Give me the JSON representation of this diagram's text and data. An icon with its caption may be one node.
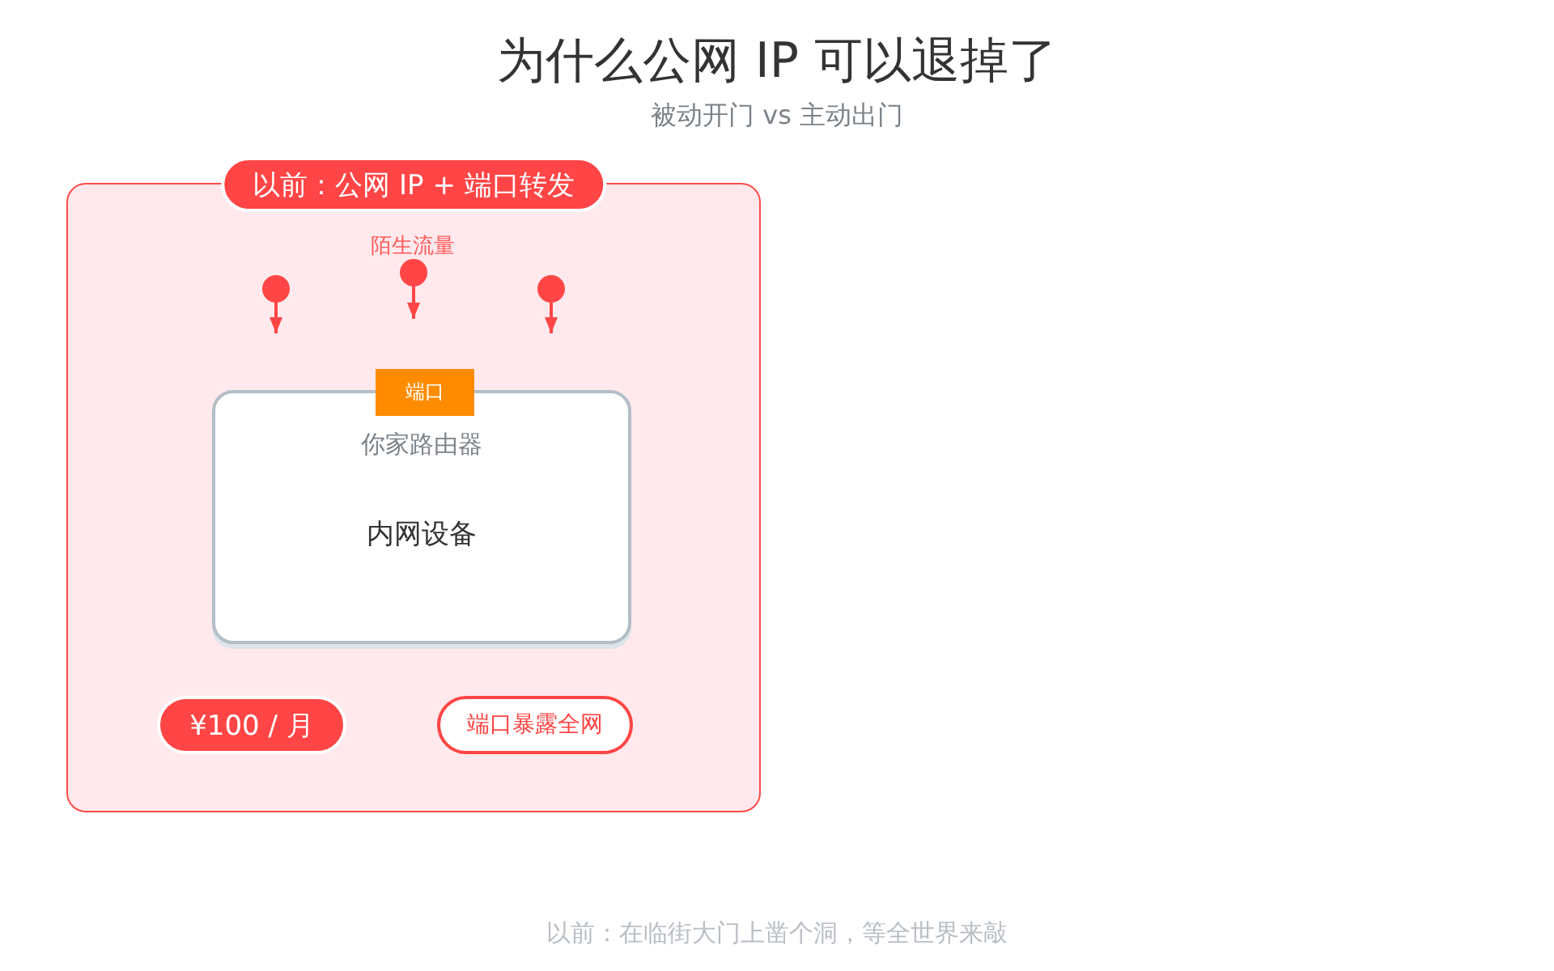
{
  "diagram": {
    "title": "为什么公网 IP 可以退掉了",
    "caption": "以前：在临街大门上凿个洞，等全世界来敲",
    "nodes": [
      {
        "text": [
          "以前：公网 IP + 端口转发"
        ]
      },
      {
        "text": [],
        "shape": "circle",
        "in": 0
      },
      {
        "text": [],
        "shape": "circle",
        "in": 0
      },
      {
        "text": [],
        "shape": "circle",
        "in": 0
      },
      {
        "text": [
          "你家路由器",
          "内网设备"
        ],
        "in": 0
      },
      {
        "text": [
          "端口"
        ],
        "in": 0
      },
      {
        "text": [
          "¥100 / 月"
        ],
        "in": 0
      },
      {
        "text": [
          "端口暴露全网"
        ],
        "in": 0
      }
    ],
    "edges": [
      {
        "from": 1,
        "to": null,
        "arrow": "to"
      },
      {
        "from": 2,
        "to": null,
        "arrow": "to"
      },
      {
        "from": 3,
        "to": null,
        "arrow": "to"
      }
    ],
    "labels": [
      "被动开门 vs 主动出门",
      "陌生流量"
    ]
  }
}
